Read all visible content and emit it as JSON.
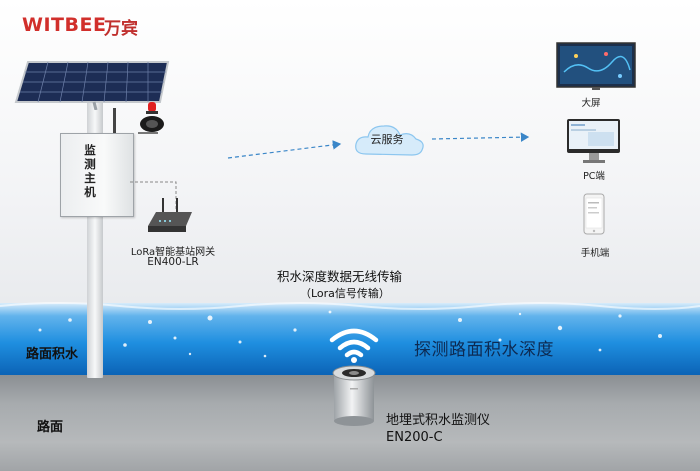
{
  "brand": {
    "name": "WITBEE",
    "name_cn": "万宾"
  },
  "nodes": {
    "monitor_host": "监测主机",
    "gateway": {
      "line1": "LoRa智能基站网关",
      "line2": "EN400-LR"
    },
    "cloud": "云服务",
    "big_screen": "大屏",
    "pc": "PC端",
    "mobile": "手机端",
    "sensor": {
      "line1": "地埋式积水监测仪",
      "line2": "EN200-C"
    }
  },
  "captions": {
    "transmission": "积水深度数据无线传输",
    "transmission_sub": "（Lora信号传输）",
    "detect": "探测路面积水深度"
  },
  "zones": {
    "water": "路面积水",
    "road": "路面"
  },
  "colors": {
    "brand": "#d12f2b",
    "arrow": "#3a86c8",
    "water": "#1f8fe0",
    "road": "#a7abae"
  }
}
